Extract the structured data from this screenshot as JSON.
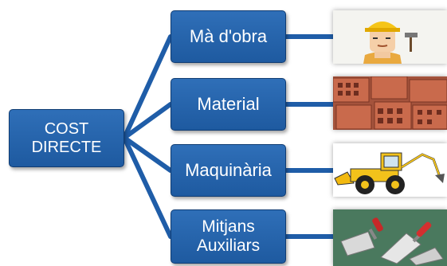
{
  "diagram": {
    "root": {
      "line1": "COST",
      "line2": "DIRECTE"
    },
    "children": [
      {
        "label": "Mà d'obra",
        "image": "worker-icon"
      },
      {
        "label": "Material",
        "image": "bricks-image"
      },
      {
        "label": "Maquinària",
        "image": "backhoe-loader-icon"
      },
      {
        "label_line1": "Mitjans",
        "label_line2": "Auxiliars",
        "image": "trowels-image"
      }
    ],
    "colors": {
      "box": "#2166b0",
      "border": "#0f3c73",
      "connector": "#1f5da8",
      "text": "#ffffff"
    }
  }
}
